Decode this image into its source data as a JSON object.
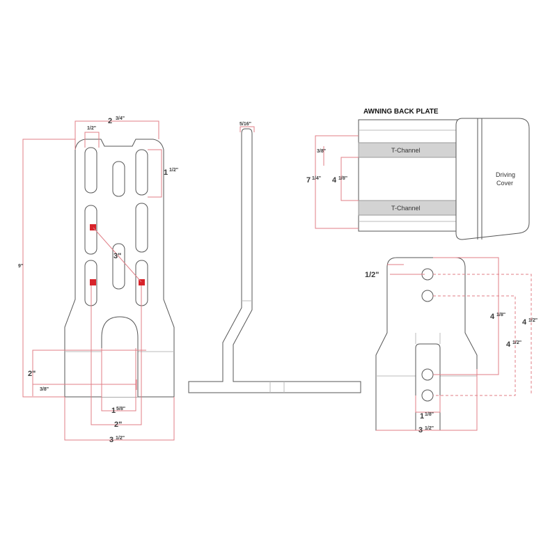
{
  "plate_front": {
    "dim_top_width": "2",
    "dim_top_width_frac": "3/4\"",
    "dim_slot_width": "1/2\"",
    "dim_slot_length": "1",
    "dim_slot_length_frac": "1/2\"",
    "dim_height": "9\"",
    "dim_diagonal": "3\"",
    "dim_lower": "2\"",
    "dim_offset": "3/8\"",
    "dim_hole_spacing": "1",
    "dim_hole_spacing_frac": "5/8\"",
    "dim_marker_spacing": "2\"",
    "dim_base_width": "3",
    "dim_base_width_frac": "1/2\""
  },
  "plate_side": {
    "dim_thickness": "5/16\""
  },
  "awning": {
    "title": "AWNING BACK PLATE",
    "channel_top": "T-Channel",
    "channel_bottom": "T-Channel",
    "cover_line1": "Driving",
    "cover_line2": "Cover",
    "dim_small": "3/8\"",
    "dim_outer": "7",
    "dim_outer_frac": "1/4\"",
    "dim_inner": "4",
    "dim_inner_frac": "1/8\""
  },
  "bracket": {
    "dim_top": "1/2\"",
    "dim_right1": "4",
    "dim_right1_frac": "1/8\"",
    "dim_right2": "4",
    "dim_right2_frac": "1/2\"",
    "dim_right3": "4",
    "dim_right3_frac": "1/2\"",
    "dim_slot": "1",
    "dim_slot_frac": "1/8\"",
    "dim_width": "3",
    "dim_width_frac": "1/2\""
  },
  "colors": {
    "dimension_line": "#e07d86",
    "marker": "#d8232a",
    "outline": "#555555",
    "channel_fill": "#d3d3d3"
  }
}
